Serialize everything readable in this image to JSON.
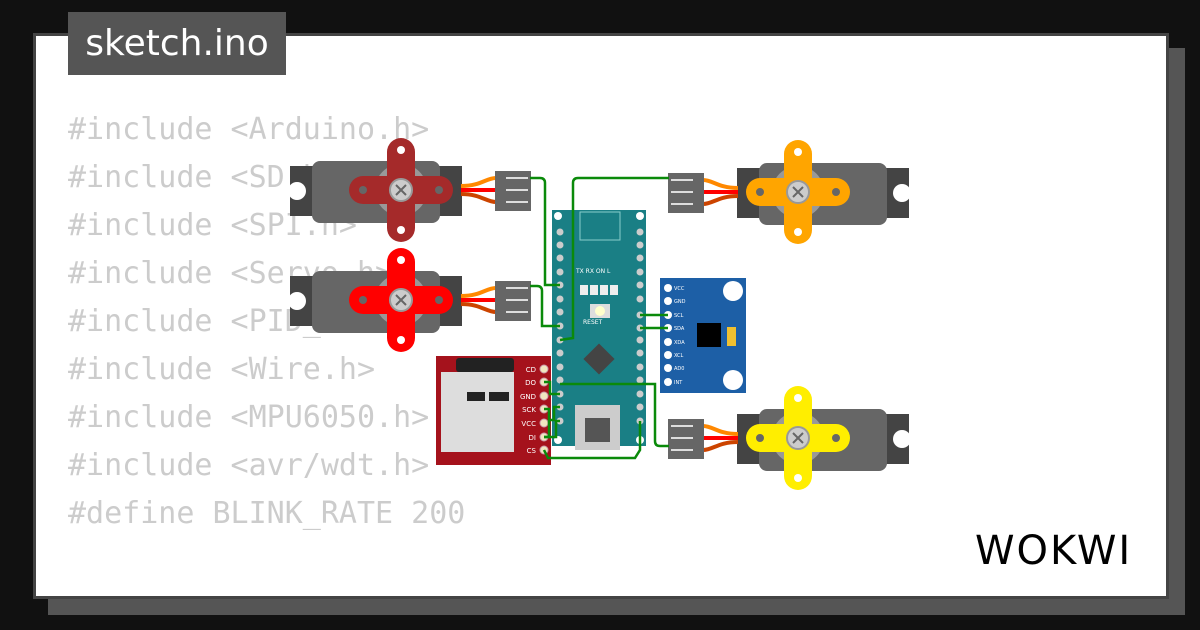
{
  "file_tab": {
    "label": "sketch.ino"
  },
  "code_lines": [
    "#include <Arduino.h>",
    "#include <SD.h>",
    "#include <SPI.h>",
    "#include <Servo.h>",
    "#include <PID_v1.h>",
    "#include <Wire.h>",
    "#include <MPU6050.h>",
    "#include <avr/wdt.h>",
    "#define BLINK_RATE 200"
  ],
  "sd_module": {
    "pins": [
      "CD",
      "DO",
      "GND",
      "SCK",
      "VCC",
      "DI",
      "CS"
    ]
  },
  "mpu6050": {
    "pins": [
      "VCC",
      "GND",
      "SCL",
      "SDA",
      "XDA",
      "XCL",
      "AD0",
      "INT"
    ]
  },
  "arduino_nano": {
    "reset_label": "RESET",
    "led_labels": "TX RX ON L"
  },
  "servo_colors": [
    "#a52a2a",
    "#ff0000",
    "#ffa500",
    "#ffff00"
  ],
  "wire_color": "#0a8a0a",
  "brand": {
    "logo": "WOKWI"
  }
}
